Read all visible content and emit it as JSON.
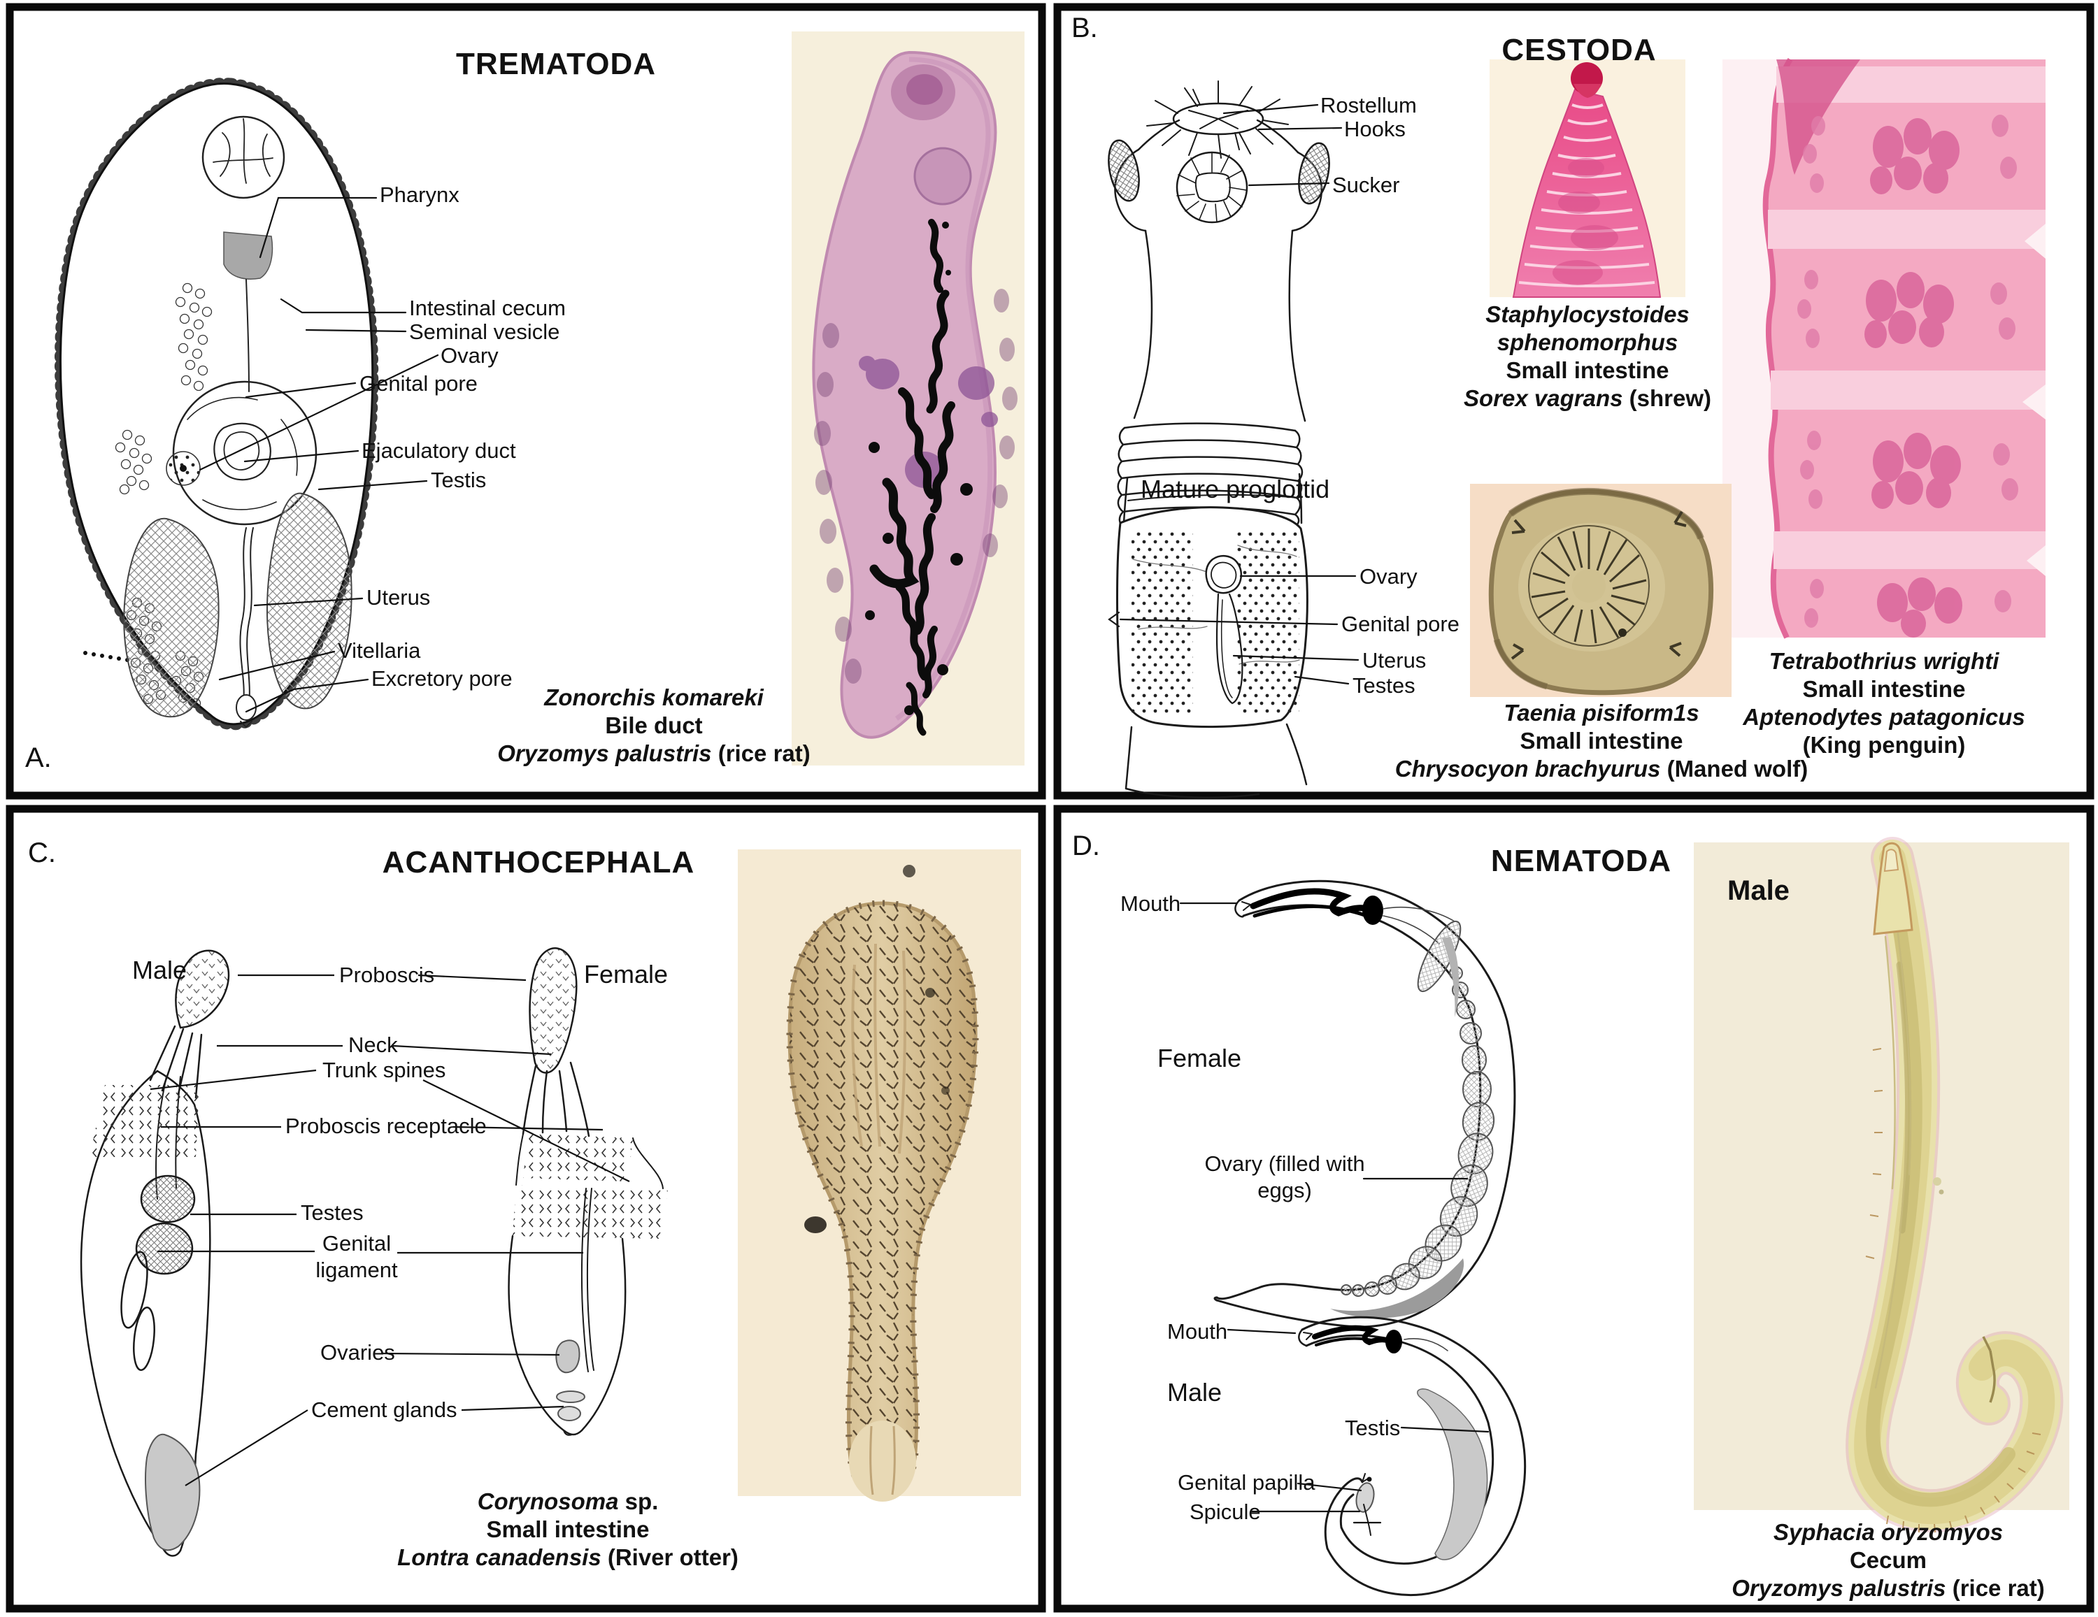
{
  "panels": {
    "a": {
      "letter": "A.",
      "title": "TREMATODA",
      "labels": {
        "pharynx": "Pharynx",
        "intestinal_cecum": "Intestinal cecum",
        "seminal_vesicle": "Seminal vesicle",
        "ovary": "Ovary",
        "genital_pore": "Genital pore",
        "ejaculatory_duct": "Ejaculatory duct",
        "testis": "Testis",
        "uterus": "Uterus",
        "vitellaria": "Vitellaria",
        "excretory_pore": "Excretory pore"
      },
      "caption": {
        "species": "Zonorchis komareki",
        "site": "Bile duct",
        "host_species": "Oryzomys palustris",
        "host_common": " (rice rat)"
      }
    },
    "b": {
      "letter": "B.",
      "title": "CESTODA",
      "labels": {
        "rostellum": "Rostellum",
        "hooks": "Hooks",
        "sucker": "Sucker",
        "mature_proglottid": "Mature proglottid",
        "ovary": "Ovary",
        "genital_pore": "Genital pore",
        "uterus": "Uterus",
        "testes": "Testes"
      },
      "caption1": {
        "species_line1": "Staphylocystoides",
        "species_line2": "sphenomorphus",
        "site": "Small intestine",
        "host_species": "Sorex vagrans",
        "host_common": " (shrew)"
      },
      "caption2": {
        "species": "Taenia pisiform1s",
        "site": "Small intestine",
        "host_species": "Chrysocyon brachyurus",
        "host_common": " (Maned wolf)"
      },
      "caption3": {
        "species": "Tetrabothrius wrighti",
        "site": "Small intestine",
        "host_species": "Aptenodytes patagonicus",
        "host_common": "(King penguin)"
      }
    },
    "c": {
      "letter": "C.",
      "title": "ACANTHOCEPHALA",
      "male": "Male",
      "female": "Female",
      "labels": {
        "proboscis": "Proboscis",
        "neck": "Neck",
        "trunk_spines": "Trunk spines",
        "proboscis_receptacle": "Proboscis receptacle",
        "testes": "Testes",
        "genital_line1": "Genital",
        "genital_line2": "ligament",
        "ovaries": "Ovaries",
        "cement_glands": "Cement glands"
      },
      "caption": {
        "species": "Corynosoma",
        "species_suffix": " sp.",
        "site": "Small intestine",
        "host_species": "Lontra canadensis",
        "host_common": " (River otter)"
      }
    },
    "d": {
      "letter": "D.",
      "title": "NEMATODA",
      "female": "Female",
      "male": "Male",
      "photo_label": "Male",
      "labels": {
        "mouth_female": "Mouth",
        "ovary_line1": "Ovary (filled with",
        "ovary_line2": "eggs)",
        "mouth_male": "Mouth",
        "testis": "Testis",
        "genital_papilla": "Genital papilla",
        "spicule": "Spicule"
      },
      "caption": {
        "species": "Syphacia oryzomyos",
        "site": "Cecum",
        "host_species": "Oryzomys palustris",
        "host_common": " (rice rat)"
      }
    }
  },
  "colors": {
    "border": "#0a0a0a",
    "trematode_body_pink": "#d9abc6",
    "cestode_magenta": "#ee5d95",
    "proglottid_strip_pink": "#f4a9c2",
    "taenia_tan": "#c9b887",
    "acanth_tan": "#d8c49e",
    "nematode_yellow": "#e8e1ab",
    "photo_cream": "#f6efdc"
  }
}
